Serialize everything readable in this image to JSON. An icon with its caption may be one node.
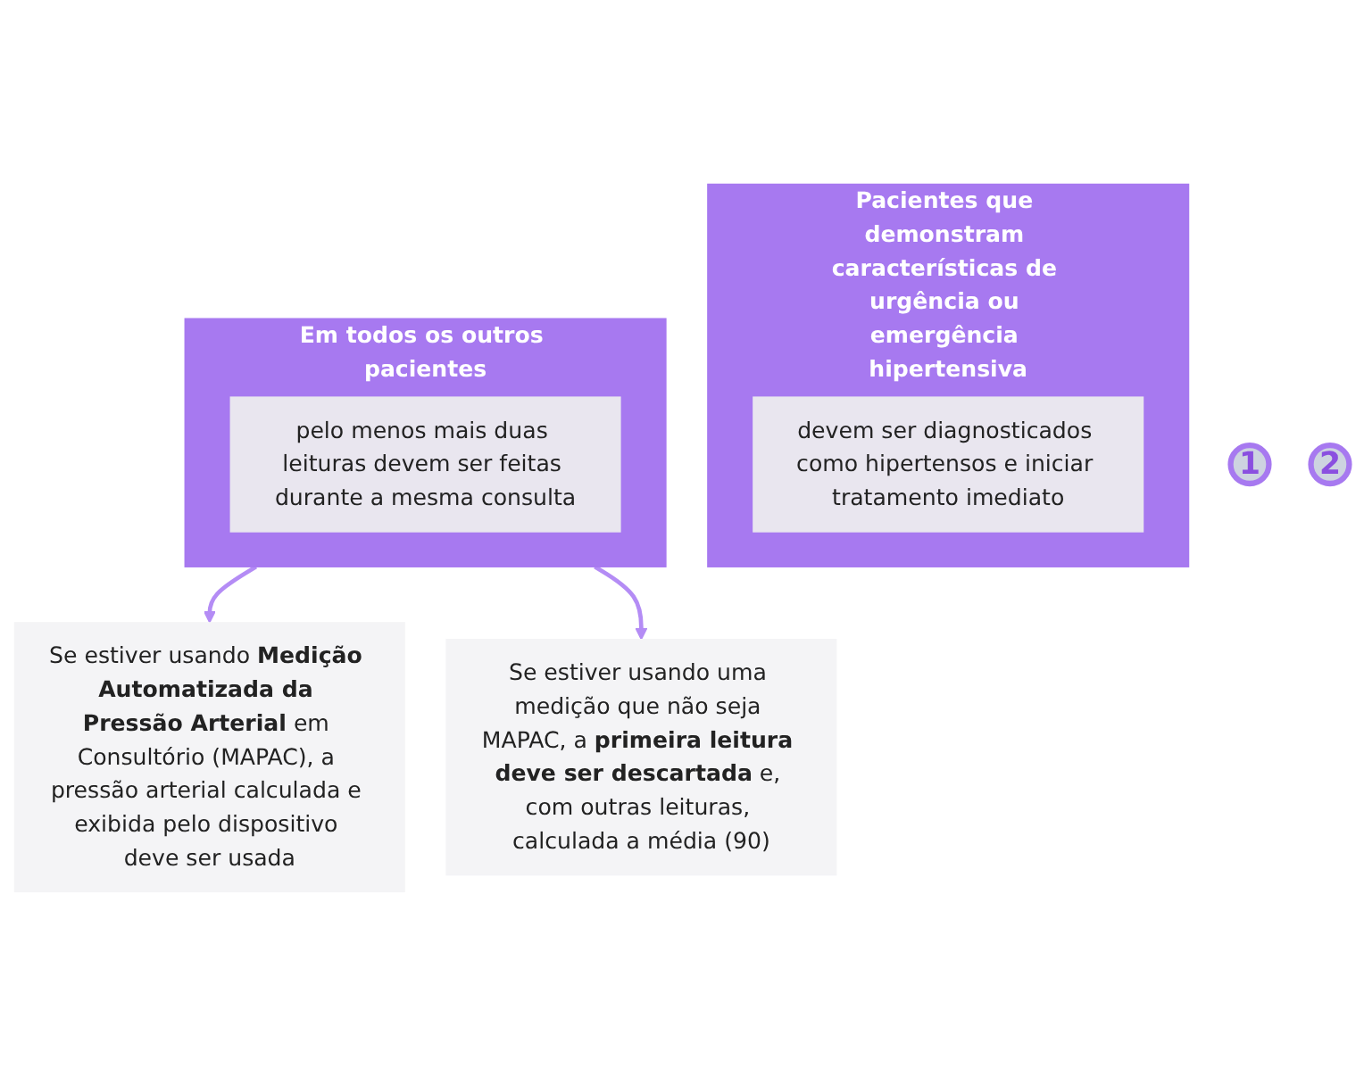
{
  "diagram": {
    "nodes": [
      {
        "text": [
          "1"
        ]
      },
      {
        "text": [
          "Pacientes que demonstram características de urgência ou emergência hipertensiva"
        ]
      },
      {
        "text": [
          "devem ser diagnosticados como hipertensos e iniciar tratamento imediato"
        ],
        "in": 1
      },
      {
        "text": [
          "2"
        ]
      },
      {
        "text": [
          "Em todos os outros pacientes"
        ]
      },
      {
        "text": [
          "pelo menos mais duas leituras devem ser feitas durante a mesma consulta"
        ],
        "in": 4
      },
      {
        "text": [
          "Se estiver usando **Medição Automatizada da Pressão Arterial** em Consultório (MAPAC), a pressão arterial calculada e exibida pelo dispositivo deve ser usada"
        ]
      },
      {
        "text": [
          "Se estiver usando uma medição que não seja MAPAC, a **primeira leitura deve ser descartada** e, com outras leituras, calculada a média (90)"
        ]
      }
    ],
    "edges": [
      {
        "from": 4,
        "to": 6,
        "arrow": "to"
      },
      {
        "from": 4,
        "to": 7,
        "arrow": "to"
      }
    ]
  }
}
